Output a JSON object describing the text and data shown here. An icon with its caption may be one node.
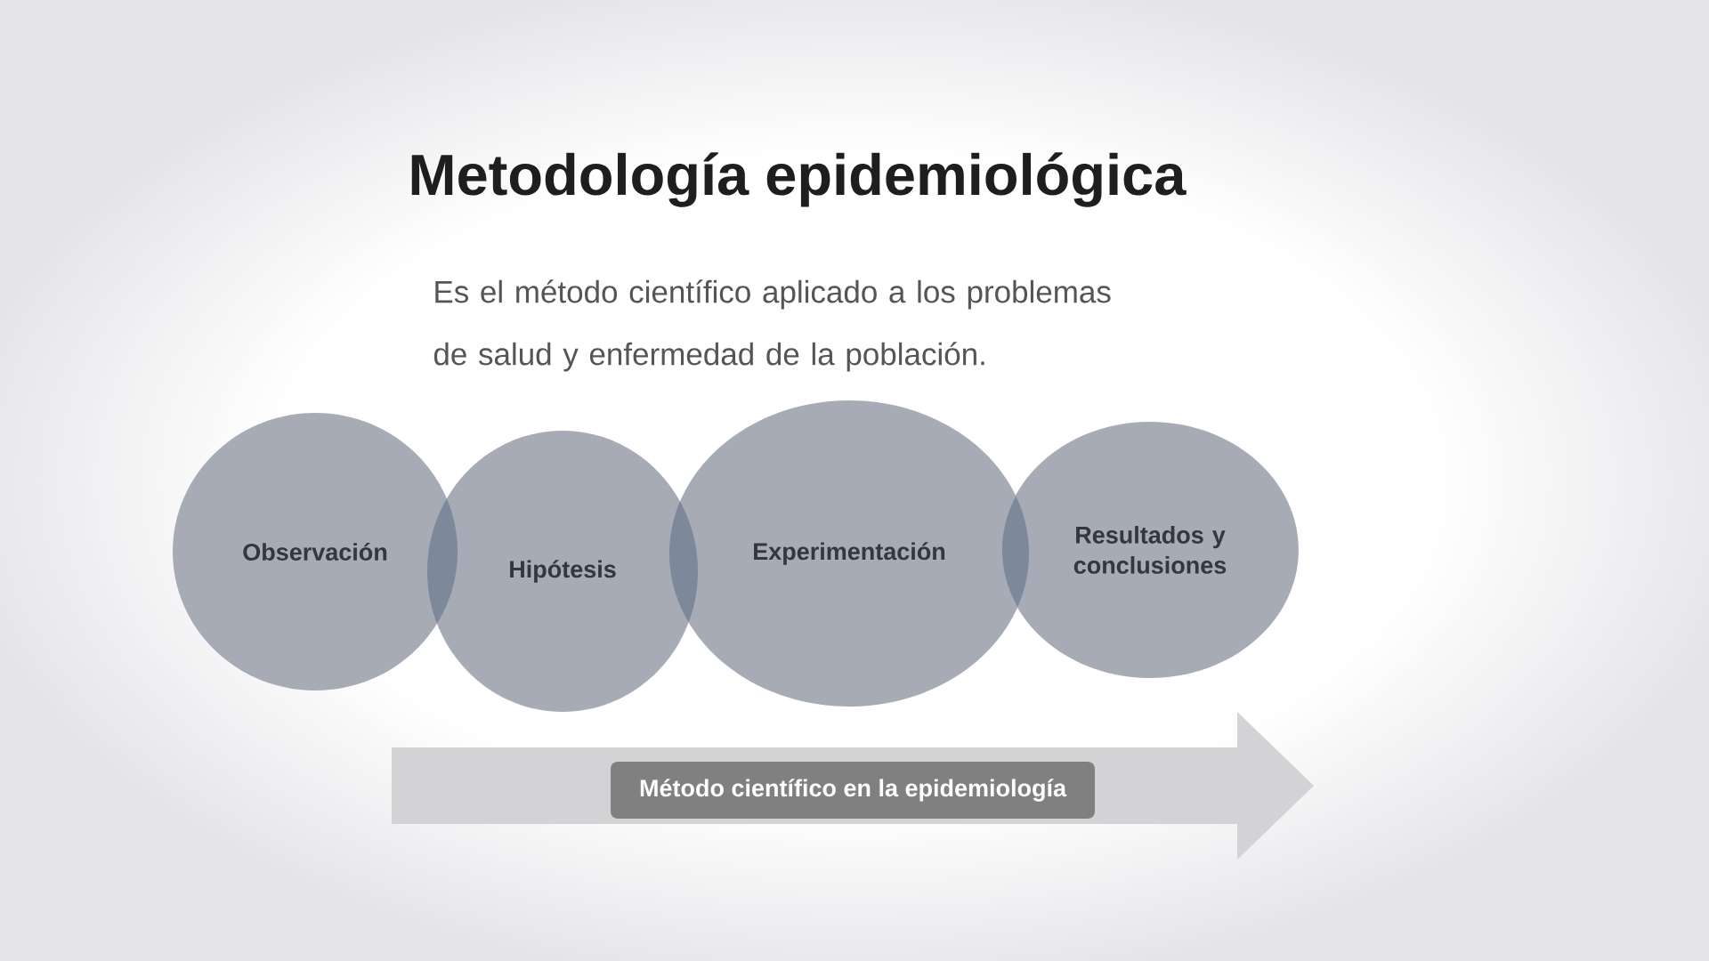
{
  "diagram": {
    "title": "Metodología epidemiológica",
    "nodes": [
      {
        "text": [
          "Observación"
        ]
      },
      {
        "text": [
          "Hipótesis"
        ]
      },
      {
        "text": [
          "Experimentación"
        ]
      },
      {
        "text": [
          "Resultados y conclusiones"
        ]
      }
    ],
    "labels": [
      "Es el método científico aplicado a los problemas de salud y enfermedad de la población.",
      "Método científico en la epidemiología"
    ]
  }
}
